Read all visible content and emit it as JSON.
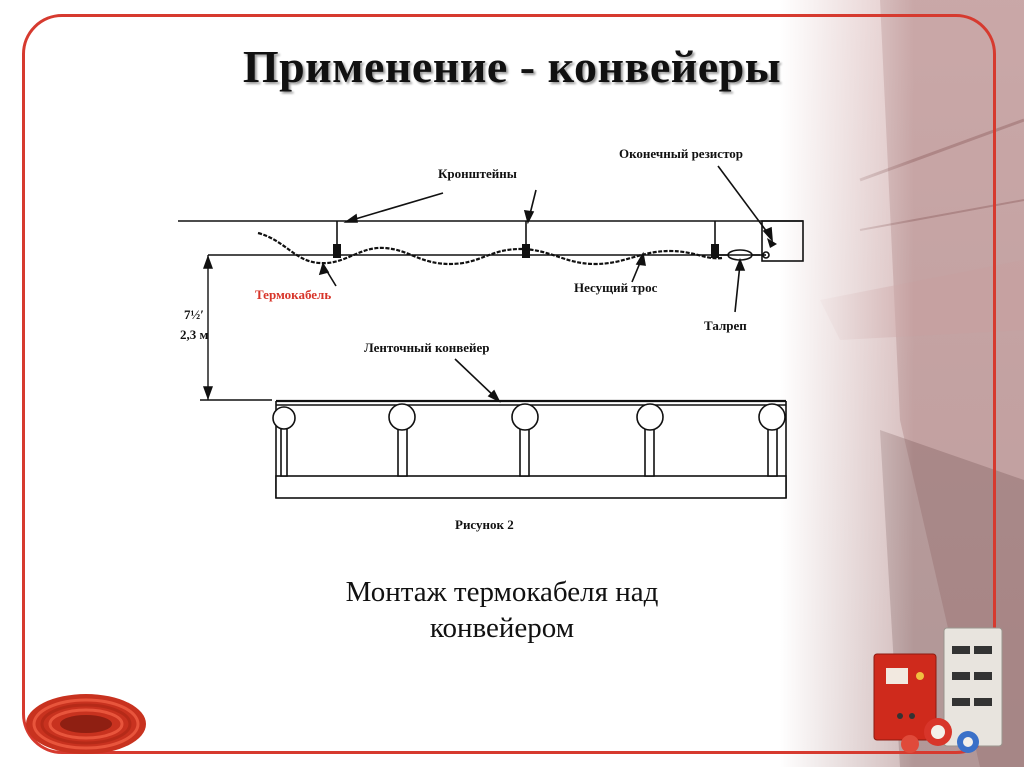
{
  "slide": {
    "title": "Применение - конвейеры",
    "caption_line1": "Монтаж термокабеля над",
    "caption_line2": "конвейером"
  },
  "diagram": {
    "labels": {
      "end_resistor": "Оконечный резистор",
      "brackets": "Кронштейны",
      "heating_cable": "Термокабель",
      "support_wire": "Несущий трос",
      "turnbuckle": "Талреп",
      "height_ft": "7½′",
      "height_m": "2,3 м",
      "belt_conveyor": "Ленточный конвейер",
      "figure": "Рисунок 2"
    }
  },
  "colors": {
    "accent_red": "#d63a2f",
    "label_red": "#d8352a"
  },
  "decorations": [
    "coiled-cable-icon",
    "control-panel-icon",
    "mine-tunnel-photo"
  ]
}
